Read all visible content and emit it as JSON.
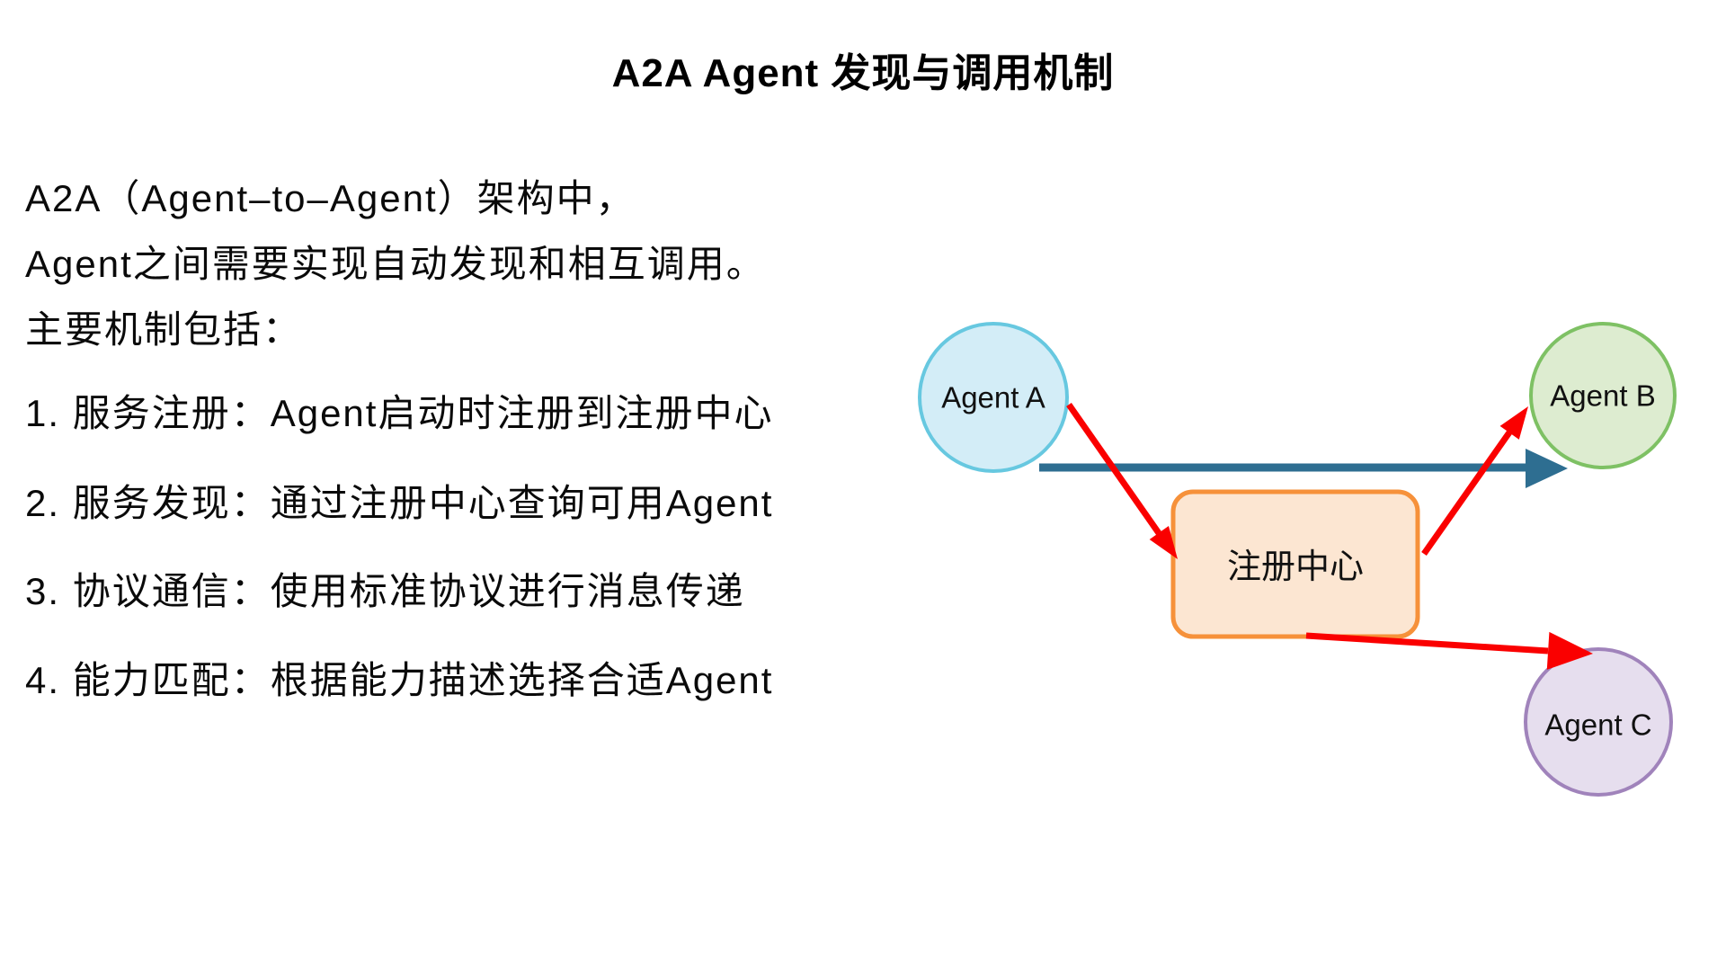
{
  "title": "A2A Agent 发现与调用机制",
  "intro_lines": [
    "A2A（Agent–to–Agent）架构中，",
    "Agent之间需要实现自动发现和相互调用。",
    "主要机制包括："
  ],
  "list_items": [
    "1. 服务注册：Agent启动时注册到注册中心",
    "2. 服务发现：通过注册中心查询可用Agent",
    "3. 协议通信：使用标准协议进行消息传递",
    "4. 能力匹配：根据能力描述选择合适Agent"
  ],
  "diagram": {
    "nodes": {
      "agent_a": {
        "label": "Agent A",
        "fill": "#d3edf7",
        "stroke": "#67c8e0"
      },
      "agent_b": {
        "label": "Agent B",
        "fill": "#ddecd0",
        "stroke": "#7ec164"
      },
      "agent_c": {
        "label": "Agent C",
        "fill": "#e6deee",
        "stroke": "#a083bb"
      },
      "registry": {
        "label": "注册中心",
        "fill": "#fce6d2",
        "stroke": "#f6913a"
      }
    },
    "colors": {
      "invoke_arrow_blue": "#2e6e91",
      "flow_arrow_red": "#fa0000",
      "text": "#0a0a0a"
    }
  }
}
